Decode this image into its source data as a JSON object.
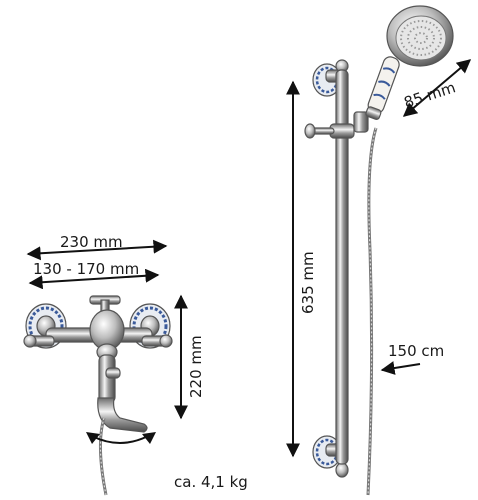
{
  "dimensions": {
    "mixer_total_width": "230 mm",
    "mixer_center_distance": "130 - 170 mm",
    "mixer_height": "220 mm",
    "bar_length": "635 mm",
    "hand_shower_diameter": "85 mm",
    "hose_length": "150 cm"
  },
  "weight": "ca. 4,1 kg"
}
